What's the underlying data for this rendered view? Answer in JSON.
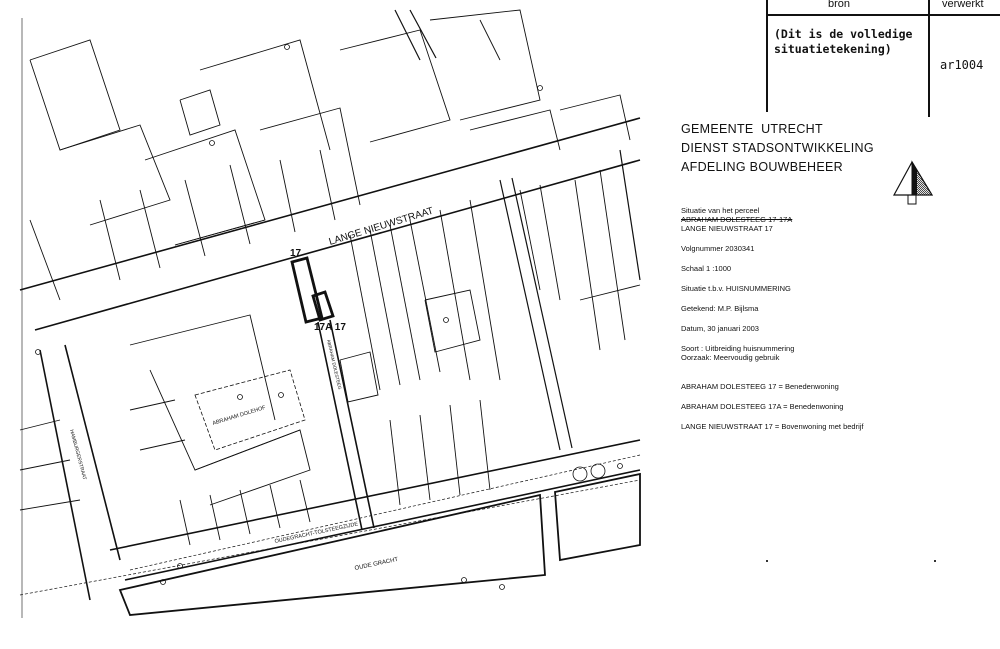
{
  "title_block": {
    "col_source": "bron",
    "col_processed": "verwerkt",
    "source_note_line1": "(Dit is de volledige",
    "source_note_line2": "situatietekening)",
    "processed_code": "ar1004"
  },
  "organization": {
    "line1": "GEMEENTE  UTRECHT",
    "line2": "DIENST STADSONTWIKKELING",
    "line3": "AFDELING BOUWBEHEER",
    "logo_icon": "tree-triangle-logo"
  },
  "details": {
    "situation_label": "Situatie van het perceel",
    "address_struck": "ABRAHAM DOLESTEEG 17-17A",
    "address": "LANGE NIEUWSTRAAT 17",
    "sequence": "Volgnummer 2030341",
    "scale": "Schaal 1 :1000",
    "purpose": "Situatie t.b.v. HUISNUMMERING",
    "drawn_by": "Getekend: M.P. Bijlsma",
    "date": "Datum, 30 januari 2003",
    "type": "Soort : Uitbreiding huisnummering",
    "reason": "Oorzaak: Meervoudig gebruik",
    "assignments": [
      "ABRAHAM DOLESTEEG 17 = Benedenwoning",
      "ABRAHAM DOLESTEEG 17A = Benedenwoning",
      "LANGE NIEUWSTRAAT 17 = Bovenwoning met bedrijf"
    ]
  },
  "map": {
    "street_lange_nieuwstraat": "LANGE NIEUWSTRAAT",
    "street_oudegracht_tolsteegzijde": "OUDEGRACHT-TOLSTEEGZIJDE",
    "canal_oude_gracht": "OUDE GRACHT",
    "courtyard_abraham_dolehof": "ABRAHAM DOLEHOF",
    "street_hamburgerstraat": "HAMBURGERSTRAAT",
    "street_abraham_dolesteeg": "ABRAHAM DOLESTEEG",
    "parcel_number_17": "17",
    "parcel_number_17a_17": "17A 17"
  }
}
